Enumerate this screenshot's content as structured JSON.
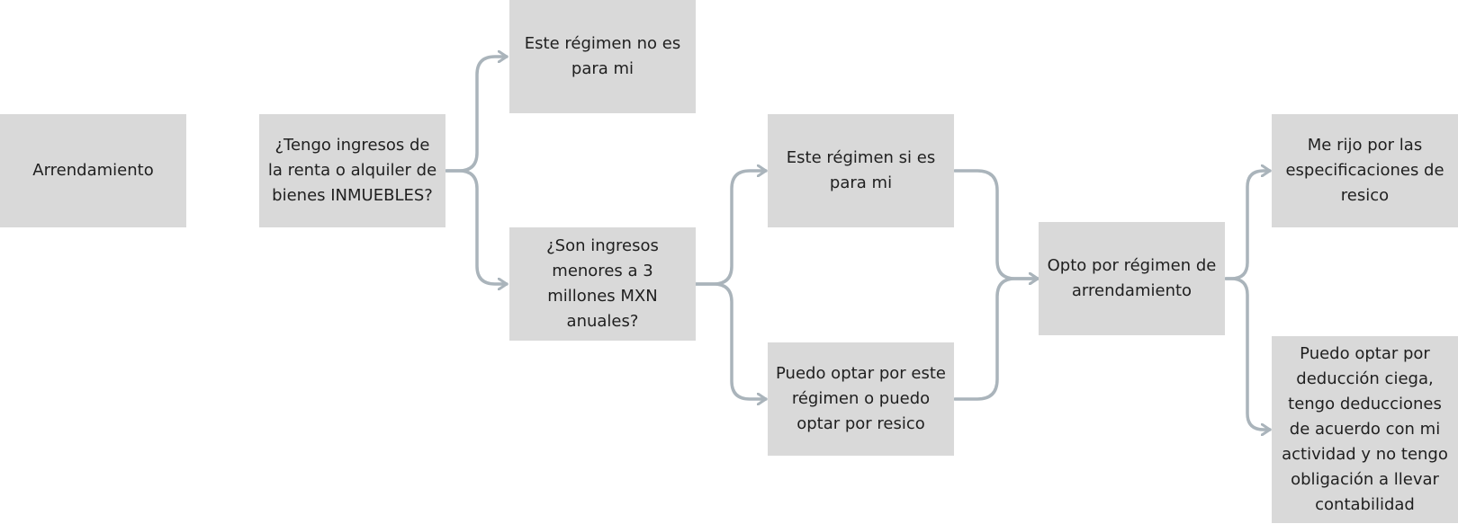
{
  "diagram": {
    "colors": {
      "box_fill": "#d9d9d9",
      "text": "#1f1f1f",
      "connector": "#aab4bb",
      "background": "#ffffff"
    },
    "nodes": {
      "arrendamiento": "Arrendamiento",
      "q_ingresos_inmuebles": "¿Tengo ingresos de\nla renta o alquiler de\nbienes INMUEBLES?",
      "no_es_para_mi": "Este régimen no es\npara mi",
      "q_menores_3_millones": "¿Son ingresos\nmenores a 3\nmillones MXN\nanuales?",
      "si_es_para_mi": "Este régimen si es\npara mi",
      "puedo_optar_resico": "Puedo optar por este\nrégimen o puedo\noptar por resico",
      "opto_arrendamiento": "Opto por régimen de\narrendamiento",
      "especificaciones_resico": "Me rijo por las\nespecificaciones de\nresico",
      "deduccion_ciega": "Puedo optar por\ndeducción ciega,\ntengo deducciones\nde acuerdo con mi\nactividad y no tengo\nobligación a llevar\ncontabilidad"
    }
  }
}
